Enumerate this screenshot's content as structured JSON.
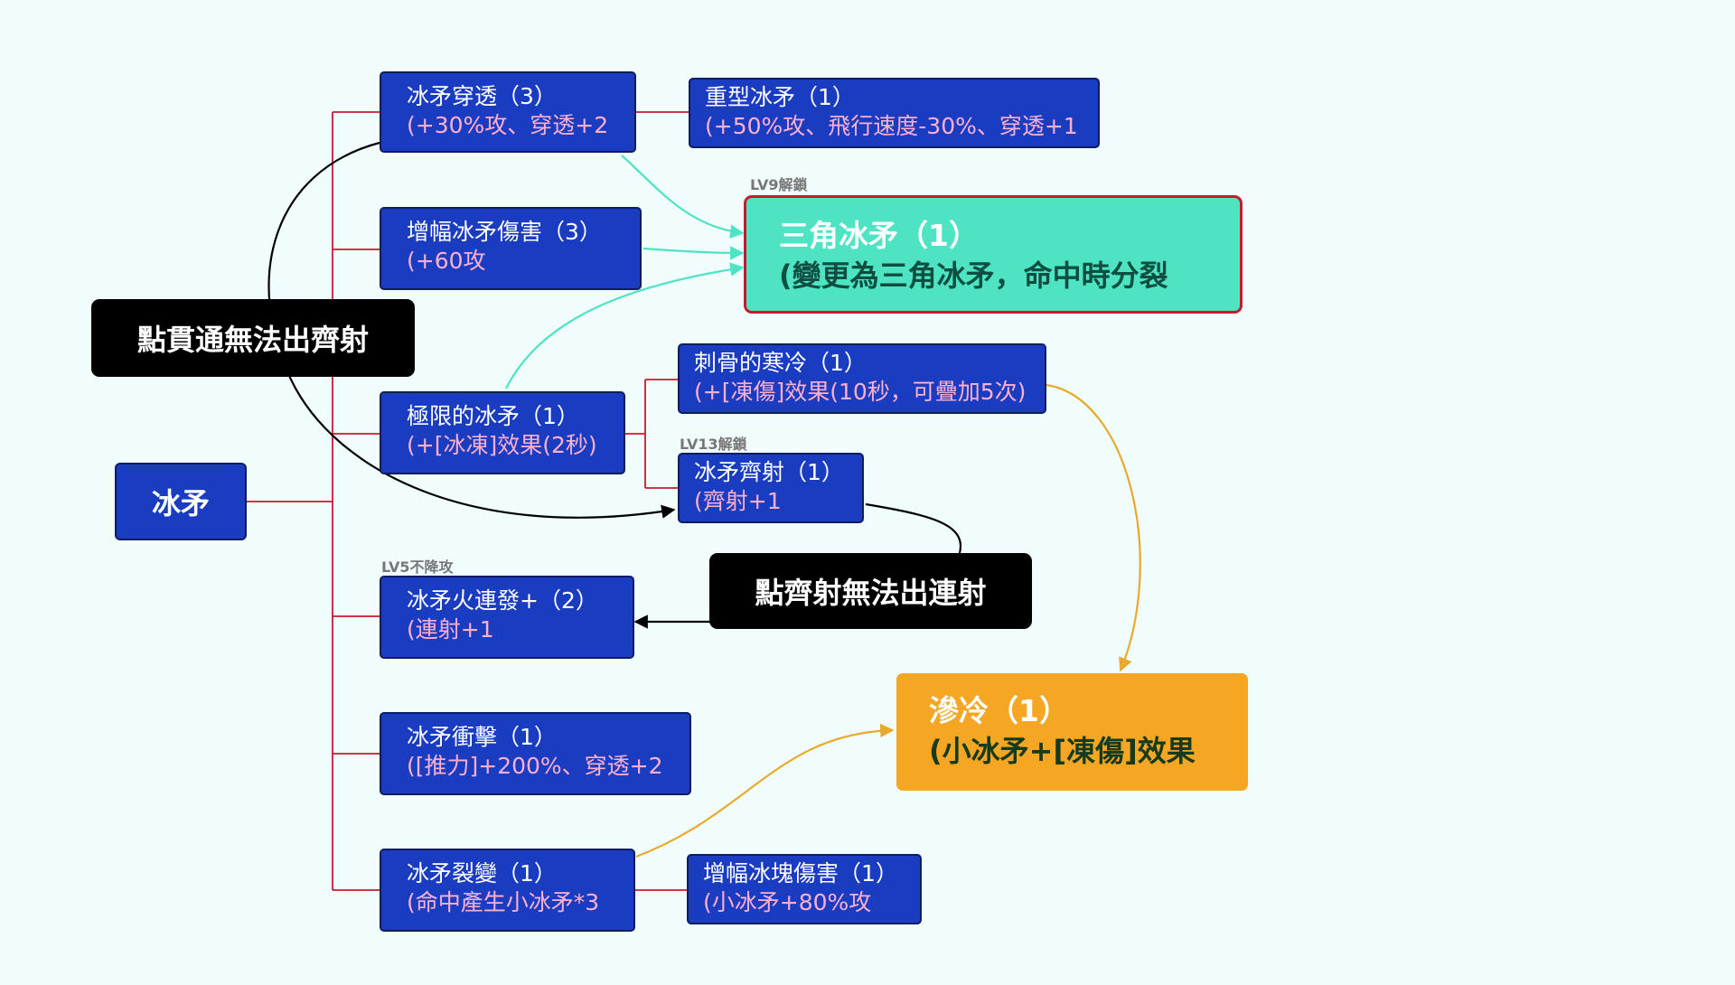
{
  "root": {
    "label": "冰矛"
  },
  "nodes": {
    "pierce": {
      "title": "冰矛穿透（3）",
      "desc": "(+30%攻、穿透+2"
    },
    "heavy": {
      "title": "重型冰矛（1）",
      "desc": "(+50%攻、飛行速度-30%、穿透+1"
    },
    "damage": {
      "title": "增幅冰矛傷害（3）",
      "desc": "(+60攻"
    },
    "limit": {
      "title": "極限的冰矛（1）",
      "desc": "(+[冰凍]效果(2秒)"
    },
    "chill": {
      "title": "刺骨的寒冷（1）",
      "desc": "(+[凍傷]效果(10秒，可疊加5次)"
    },
    "volley": {
      "title": "冰矛齊射（1）",
      "desc": "(齊射+1"
    },
    "rapid": {
      "title": "冰矛火連發+（2）",
      "desc": "(連射+1"
    },
    "impact": {
      "title": "冰矛衝擊（1）",
      "desc": "([推力]+200%、穿透+2"
    },
    "fission": {
      "title": "冰矛裂變（1）",
      "desc": "(命中產生小冰矛*3"
    },
    "shard": {
      "title": "增幅冰塊傷害（1）",
      "desc": "(小冰矛+80%攻"
    }
  },
  "highlights": {
    "triangle": {
      "title": "三角冰矛（1）",
      "desc": "(變更為三角冰矛，命中時分裂"
    },
    "seep": {
      "title": "滲冷（1）",
      "desc": "(小冰矛+[凍傷]效果"
    }
  },
  "notes": {
    "pierce_no_volley": "點貫通無法出齊射",
    "volley_no_rapid": "點齊射無法出連射"
  },
  "tags": {
    "lv9": "LV9解鎖",
    "lv13": "LV13解鎖",
    "lv5": "LV5不降攻"
  },
  "colors": {
    "node_fill": "#1a3cc0",
    "node_desc_text": "#ffb0d0",
    "tree_line": "#c8192d",
    "teal_arrow": "#4ee3c3",
    "orange_arrow": "#e9a92a",
    "note_fill": "#000000",
    "teal_fill": "#4ee3c3",
    "orange_fill": "#f5a623"
  }
}
